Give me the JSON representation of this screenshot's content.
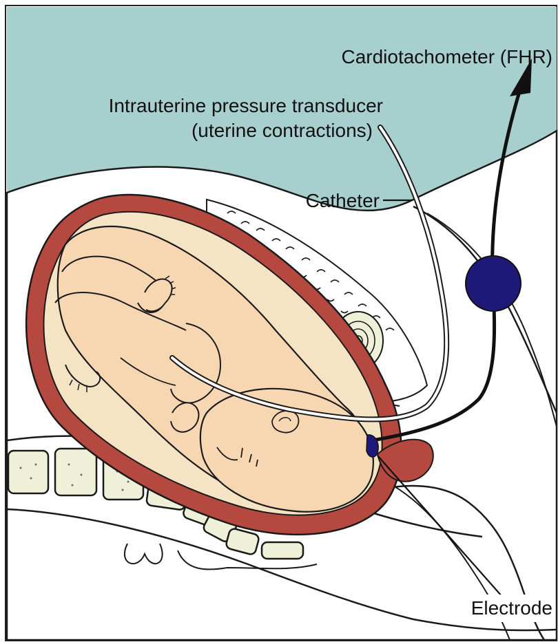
{
  "labels": {
    "cardiotachometer": "Cardiotachometer (FHR)",
    "iupt_line1": "Intrauterine pressure transducer",
    "iupt_line2": "(uterine contractions)",
    "catheter": "Catheter",
    "electrode": "Electrode"
  },
  "colors": {
    "background": "#a7cfcd",
    "uterus_wall": "#b5483f",
    "amniotic": "#f4e4c4",
    "fetus_skin": "#f6d7b2",
    "electrode_disc": "#1f1a7a",
    "spine_vertebra": "#eef0d8",
    "outline": "#1a1a1a"
  }
}
